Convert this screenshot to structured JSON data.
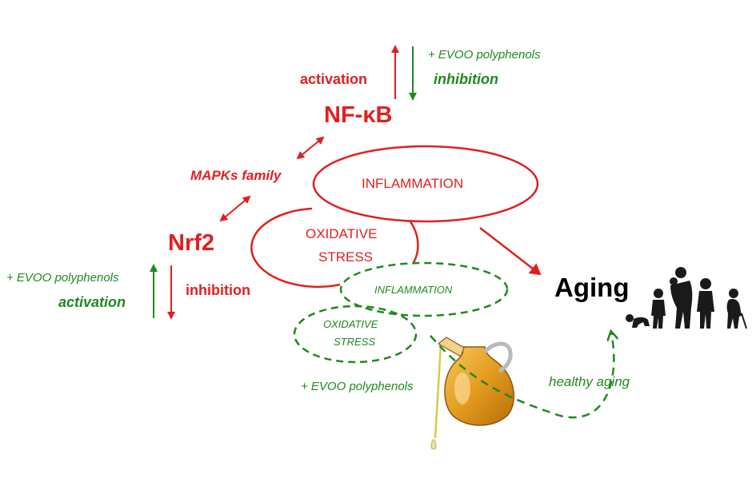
{
  "colors": {
    "red": "#e02020",
    "green": "#1e8a1e",
    "black": "#000000",
    "oil": "#e6a020"
  },
  "nodes": {
    "nfkb": "NF-κB",
    "nrf2": "Nrf2",
    "aging": "Aging",
    "mapks": "MAPKs family",
    "inflammation_red": "INFLAMMATION",
    "oxidative_red_1": "OXIDATIVE",
    "oxidative_red_2": "STRESS",
    "inflammation_green": "INFLAMMATION",
    "oxidative_green_1": "OXIDATIVE",
    "oxidative_green_2": "STRESS"
  },
  "labels": {
    "nfkb_activation": "activation",
    "nfkb_evoo": "+ EVOO  polyphenols",
    "nfkb_inhibition": "inhibition",
    "nrf2_evoo": "+ EVOO  polyphenols",
    "nrf2_activation": "activation",
    "nrf2_inhibition": "inhibition",
    "bottom_evoo": "+ EVOO  polyphenols",
    "healthy_aging": "healthy aging"
  },
  "icons": [
    "oil-jug-icon",
    "human-aging-silhouettes-icon"
  ]
}
